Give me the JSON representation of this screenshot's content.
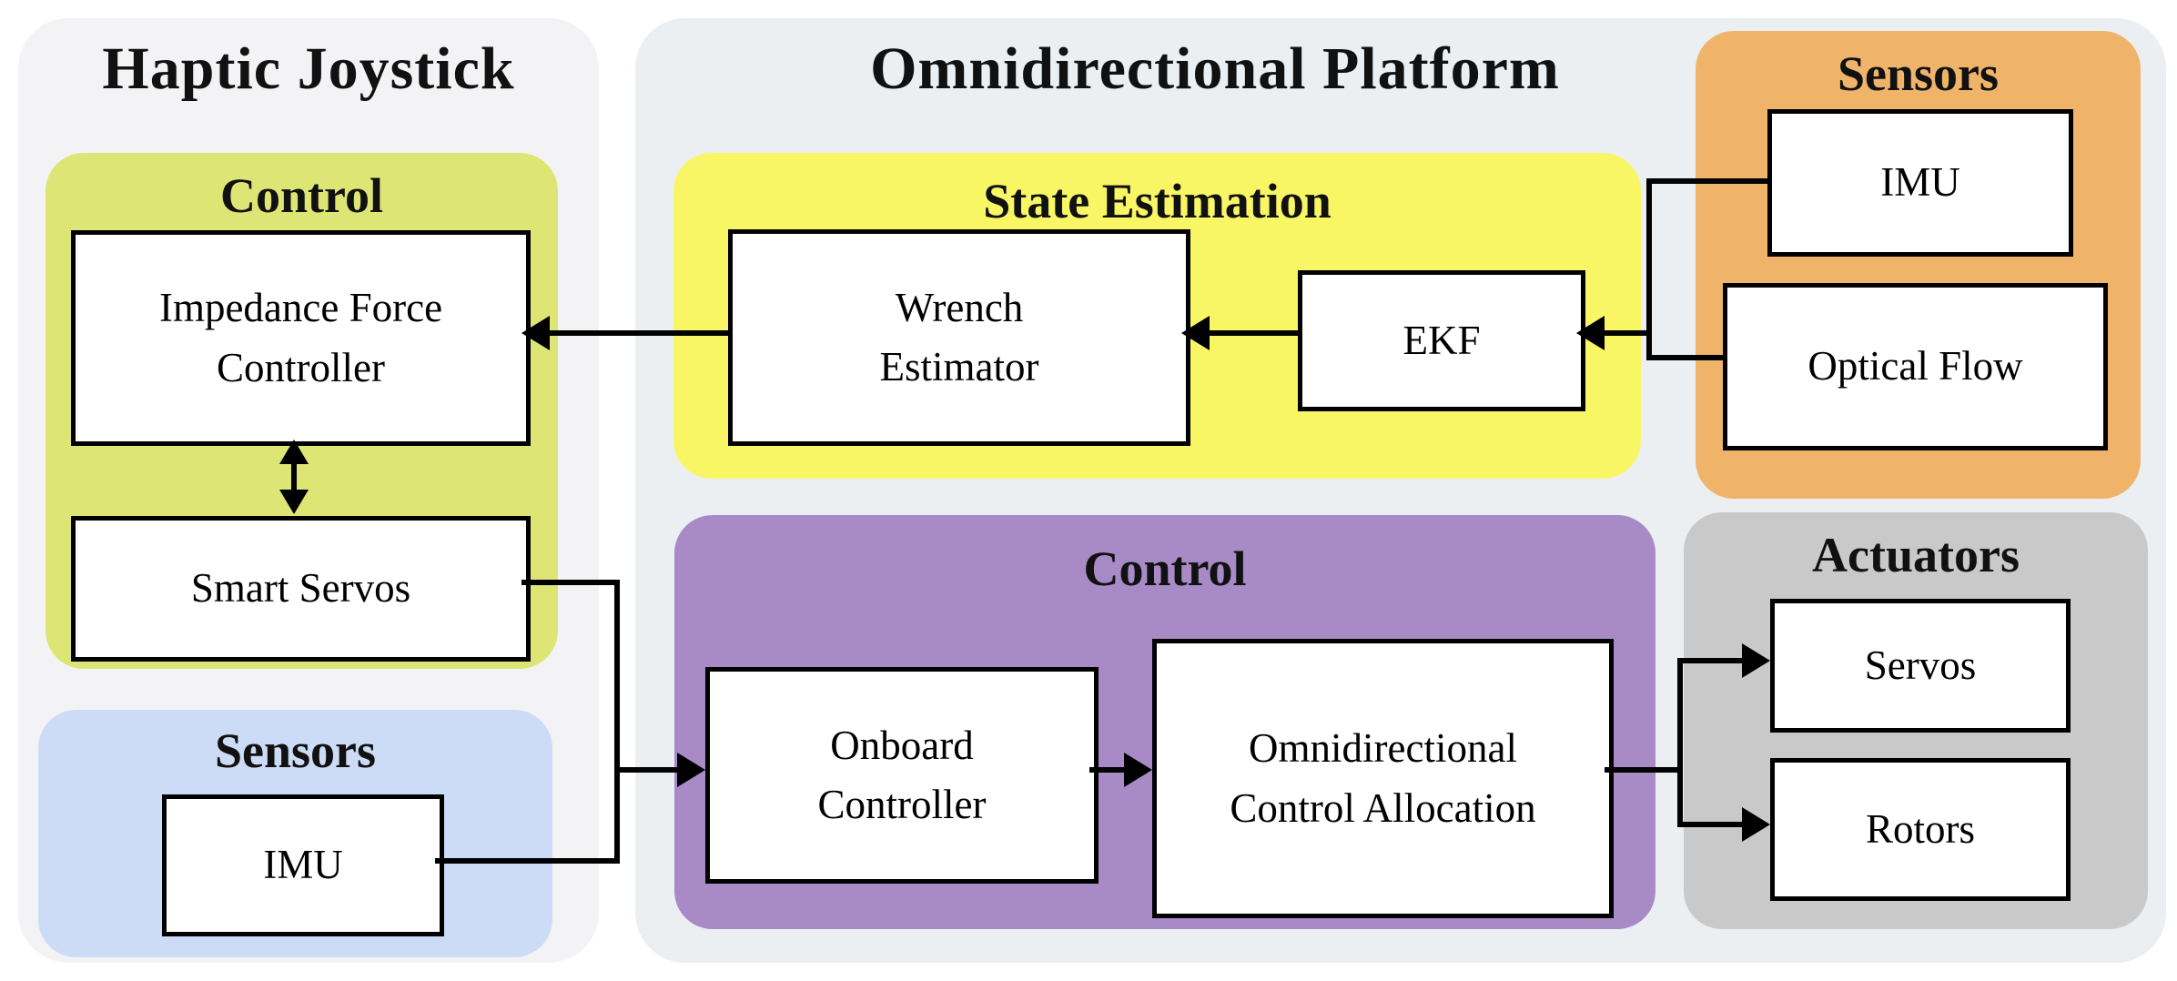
{
  "haptic": {
    "title": "Haptic Joystick",
    "control": {
      "label": "Control",
      "impedance": "Impedance Force Controller",
      "smart_servos": "Smart Servos"
    },
    "sensors": {
      "label": "Sensors",
      "imu": "IMU"
    }
  },
  "platform": {
    "title": "Omnidirectional Platform",
    "state_estimation": {
      "label": "State Estimation",
      "wrench": "Wrench Estimator",
      "ekf": "EKF"
    },
    "sensors": {
      "label": "Sensors",
      "imu": "IMU",
      "optical_flow": "Optical Flow"
    },
    "control": {
      "label": "Control",
      "onboard": "Onboard Controller",
      "allocation": "Omnidirectional Control Allocation"
    },
    "actuators": {
      "label": "Actuators",
      "servos": "Servos",
      "rotors": "Rotors"
    }
  },
  "colors": {
    "haptic_container_bg": "#f3f3f5",
    "platform_container_bg": "#eceff2",
    "joystick_control_panel": "#dde674",
    "state_estimation_panel": "#f8f665",
    "joystick_sensors_panel": "#cddcf6",
    "platform_sensors_panel": "#efb46a",
    "platform_control_panel": "#a78ac6",
    "actuators_panel": "#c9c9ca",
    "box_bg": "#ffffff",
    "line": "#000000"
  },
  "connections": [
    {
      "from": "Wrench Estimator",
      "to": "Impedance Force Controller",
      "type": "arrow"
    },
    {
      "from": "EKF",
      "to": "Wrench Estimator",
      "type": "arrow"
    },
    {
      "from": "IMU (platform) + Optical Flow",
      "to": "EKF",
      "type": "arrow"
    },
    {
      "from": "Impedance Force Controller",
      "to": "Smart Servos",
      "type": "double-arrow"
    },
    {
      "from": "Smart Servos + IMU (joystick)",
      "to": "Onboard Controller",
      "type": "arrow"
    },
    {
      "from": "Onboard Controller",
      "to": "Omnidirectional Control Allocation",
      "type": "arrow"
    },
    {
      "from": "Omnidirectional Control Allocation",
      "to": "Servos",
      "type": "arrow"
    },
    {
      "from": "Omnidirectional Control Allocation",
      "to": "Rotors",
      "type": "arrow"
    }
  ]
}
